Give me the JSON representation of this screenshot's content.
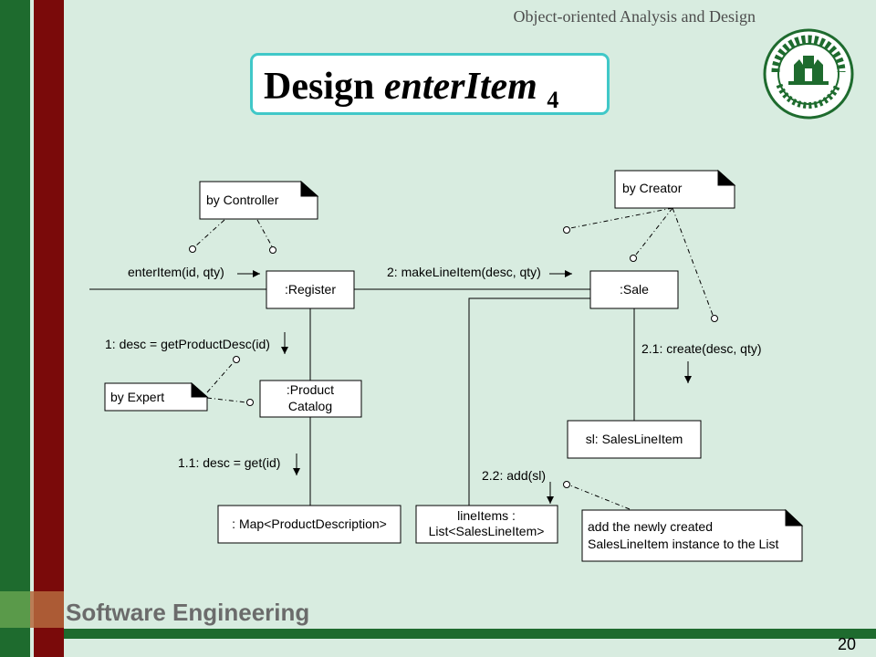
{
  "header": {
    "course": "Object-oriented Analysis and Design"
  },
  "title": {
    "main": "Design",
    "italic": "enterItem",
    "number": "4"
  },
  "footer": {
    "course_name": "Software Engineering",
    "page_number": "20"
  },
  "diagram": {
    "objects": {
      "register": ":Register",
      "sale": ":Sale",
      "product_catalog_1": ":Product",
      "product_catalog_2": "Catalog",
      "sales_line_item": "sl: SalesLineItem",
      "map": ": Map<ProductDescription>",
      "line_items_1": "lineItems :",
      "line_items_2": "List<SalesLineItem>"
    },
    "messages": {
      "enter_item": "enterItem(id, qty)",
      "make_line_item": "2: makeLineItem(desc, qty)",
      "get_product_desc": "1: desc = getProductDesc(id)",
      "create": "2.1: create(desc, qty)",
      "get": "1.1: desc = get(id)",
      "add": "2.2: add(sl)"
    },
    "notes": {
      "by_controller": "by Controller",
      "by_creator": "by Creator",
      "by_expert": "by Expert",
      "add_note_1": "add the newly created",
      "add_note_2": "SalesLineItem instance to the List"
    }
  }
}
